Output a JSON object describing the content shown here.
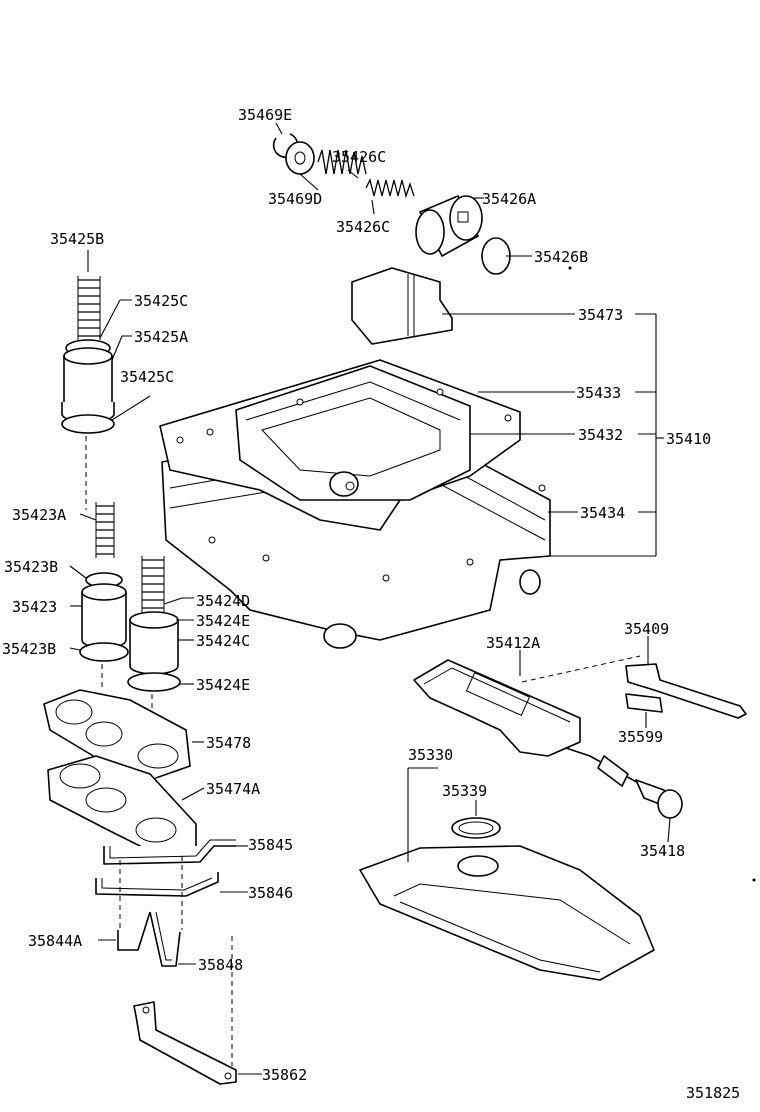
{
  "labels": {
    "p35469E": "35469E",
    "p35426C_top": "35426C",
    "p35469D": "35469D",
    "p35426C_bot": "35426C",
    "p35426A": "35426A",
    "p35426B": "35426B",
    "p35425B": "35425B",
    "p35425C_top": "35425C",
    "p35425A": "35425A",
    "p35425C_bot": "35425C",
    "p35473": "35473",
    "p35433": "35433",
    "p35432": "35432",
    "p35410": "35410",
    "p35434": "35434",
    "p35423A": "35423A",
    "p35423B_top": "35423B",
    "p35423": "35423",
    "p35423B_bot": "35423B",
    "p35424D": "35424D",
    "p35424E_top": "35424E",
    "p35424C": "35424C",
    "p35424E_bot": "35424E",
    "p35412A": "35412A",
    "p35409": "35409",
    "p35599": "35599",
    "p35478": "35478",
    "p35330": "35330",
    "p35339": "35339",
    "p35474A": "35474A",
    "p35418": "35418",
    "p35845": "35845",
    "p35846": "35846",
    "p35844A": "35844A",
    "p35848": "35848",
    "p35862": "35862",
    "figure_number": "351825"
  }
}
